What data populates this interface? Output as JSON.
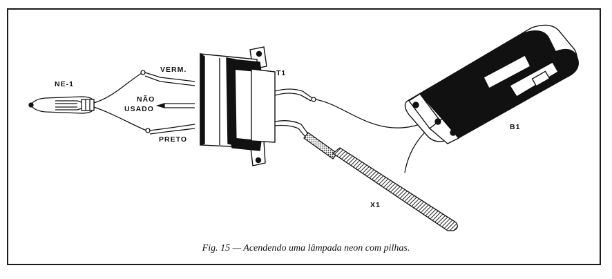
{
  "labels": {
    "ne1": "NE-1",
    "verm": "VERM.",
    "nao": "NÃO",
    "usado": "USADO",
    "preto": "PRETO",
    "t1": "T1",
    "b1": "B1",
    "x1": "X1"
  },
  "caption": "Fig. 15 — Acendendo uma lâmpada neon com pilhas."
}
